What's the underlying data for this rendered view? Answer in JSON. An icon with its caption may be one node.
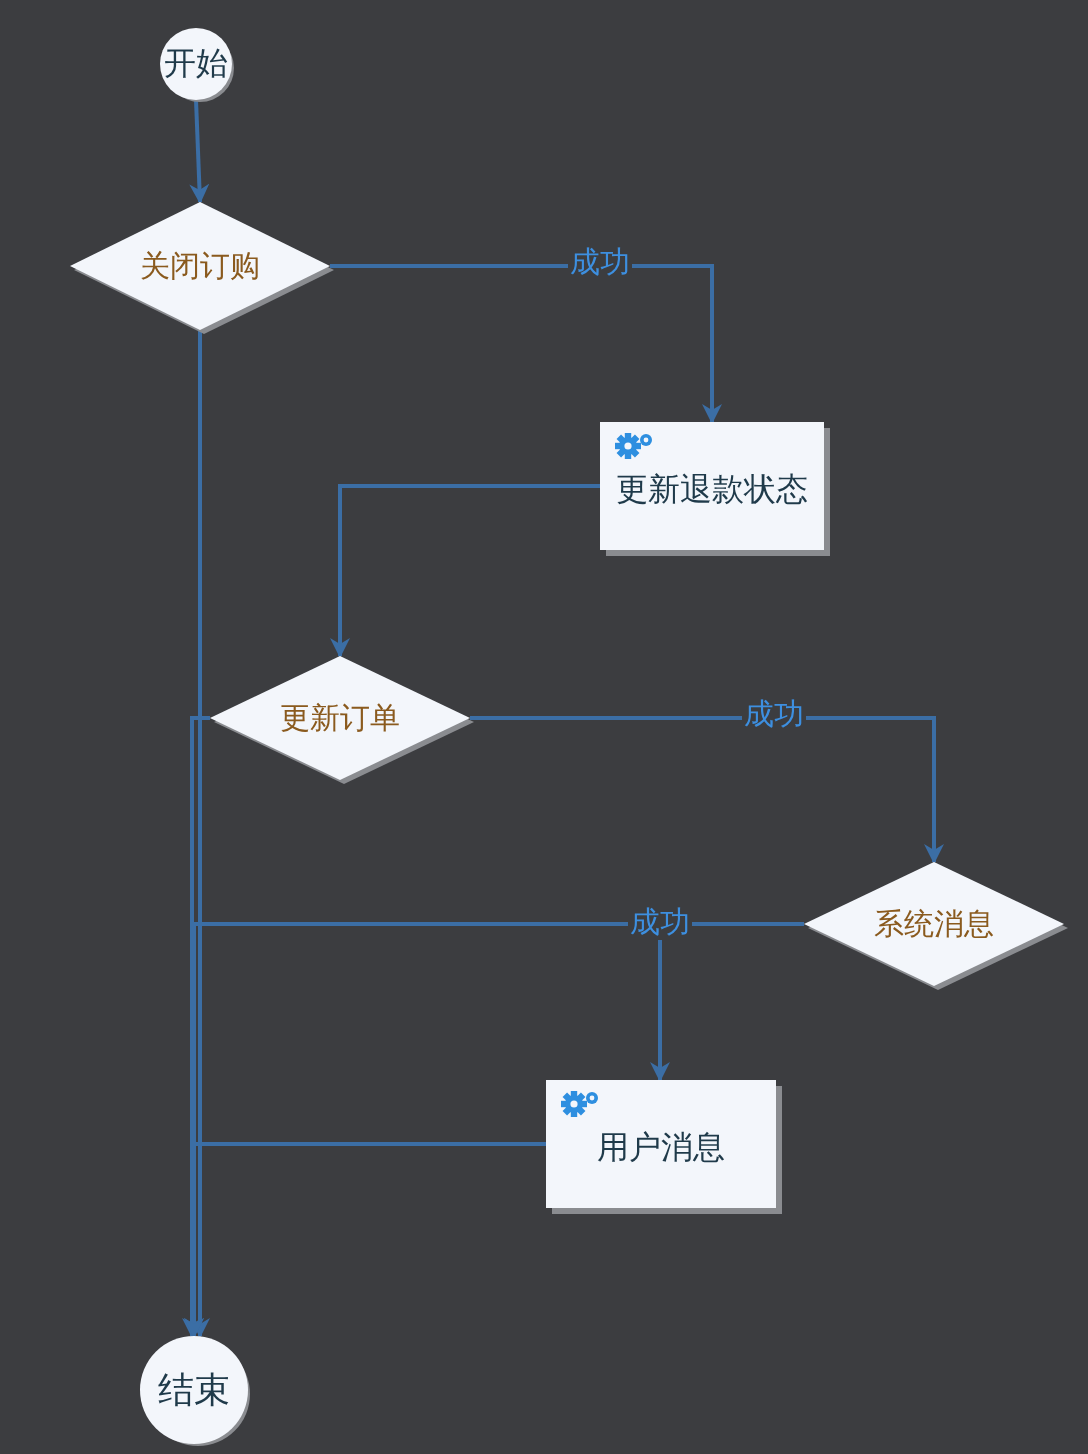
{
  "diagram": {
    "nodes": [
      {
        "text": [
          "开始"
        ]
      },
      {
        "text": [
          "关闭订购"
        ]
      },
      {
        "text": [
          "更新退款状态"
        ]
      },
      {
        "text": [
          "更新订单"
        ]
      },
      {
        "text": [
          "系统消息"
        ]
      },
      {
        "text": [
          "用户消息"
        ]
      },
      {
        "text": [
          "结束"
        ]
      }
    ],
    "edges": [
      {
        "from": 0,
        "to": 1,
        "arrow": "to"
      },
      {
        "from": 1,
        "to": 2,
        "arrow": "to",
        "label": "成功"
      },
      {
        "from": 1,
        "to": 6,
        "arrow": "to"
      },
      {
        "from": 2,
        "to": 3,
        "arrow": "to"
      },
      {
        "from": 3,
        "to": 4,
        "arrow": "to",
        "label": "成功"
      },
      {
        "from": 3,
        "to": 6,
        "arrow": "to"
      },
      {
        "from": 4,
        "to": 5,
        "arrow": "to",
        "label": "成功"
      },
      {
        "from": 4,
        "to": 6,
        "arrow": "to"
      },
      {
        "from": 5,
        "to": 6,
        "arrow": "to"
      }
    ]
  }
}
